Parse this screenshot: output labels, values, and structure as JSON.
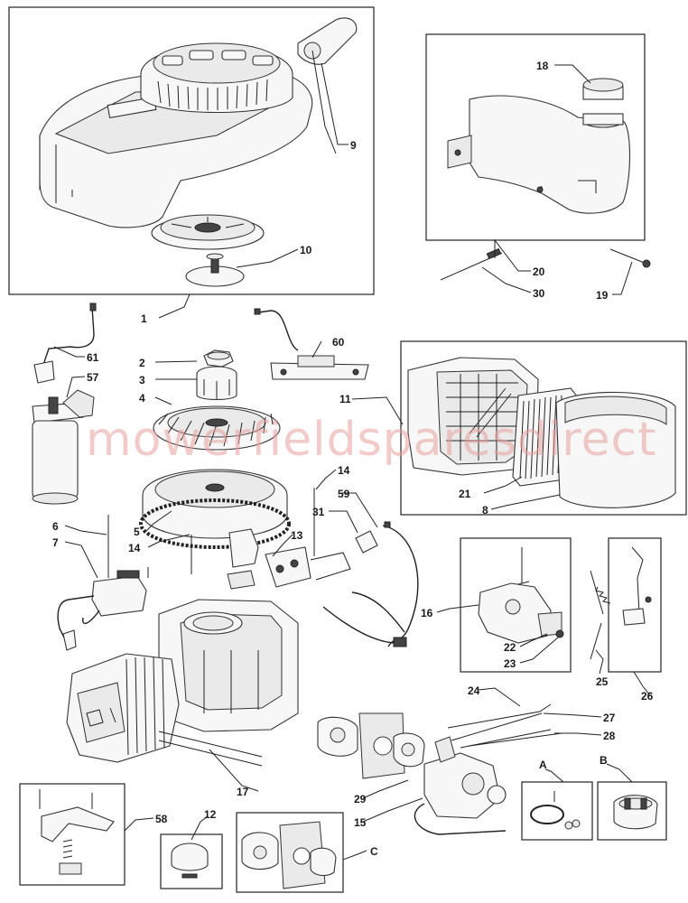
{
  "watermark": "mowerfieldsparesdirect",
  "labels": {
    "p1": "1",
    "p2": "2",
    "p3": "3",
    "p4": "4",
    "p5": "5",
    "p6": "6",
    "p7": "7",
    "p8": "8",
    "p9": "9",
    "p10": "10",
    "p11": "11",
    "p12": "12",
    "p13": "13",
    "p14a": "14",
    "p14b": "14",
    "p15": "15",
    "p16": "16",
    "p17": "17",
    "p18": "18",
    "p19": "19",
    "p20": "20",
    "p21": "21",
    "p22": "22",
    "p23": "23",
    "p24": "24",
    "p25": "25",
    "p26": "26",
    "p27": "27",
    "p28": "28",
    "p29": "29",
    "p30": "30",
    "p31": "31",
    "p57": "57",
    "p58": "58",
    "p59": "59",
    "p60": "60",
    "p61": "61",
    "pA": "A",
    "pB": "B",
    "pC": "C"
  }
}
